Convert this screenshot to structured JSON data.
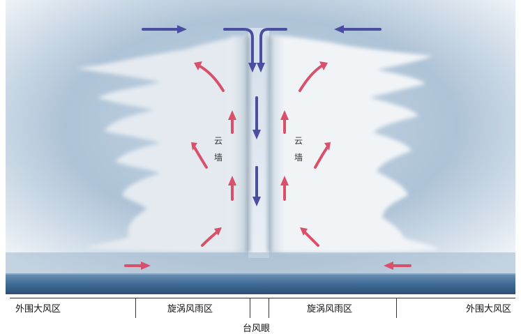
{
  "wall_label_left": "云墙",
  "wall_label_right": "云墙",
  "regions": {
    "outer_left": "外围大风区",
    "vortex_left": "旋涡风雨区",
    "eye": "台风眼",
    "vortex_right": "旋涡风雨区",
    "outer_right": "外围大风区"
  },
  "colors": {
    "inflow_outflow_arrow": "#4b4ea0",
    "updraft_arrow": "#d8506a",
    "sky": "#a9bfd4",
    "sea": "#3d6f9c"
  }
}
